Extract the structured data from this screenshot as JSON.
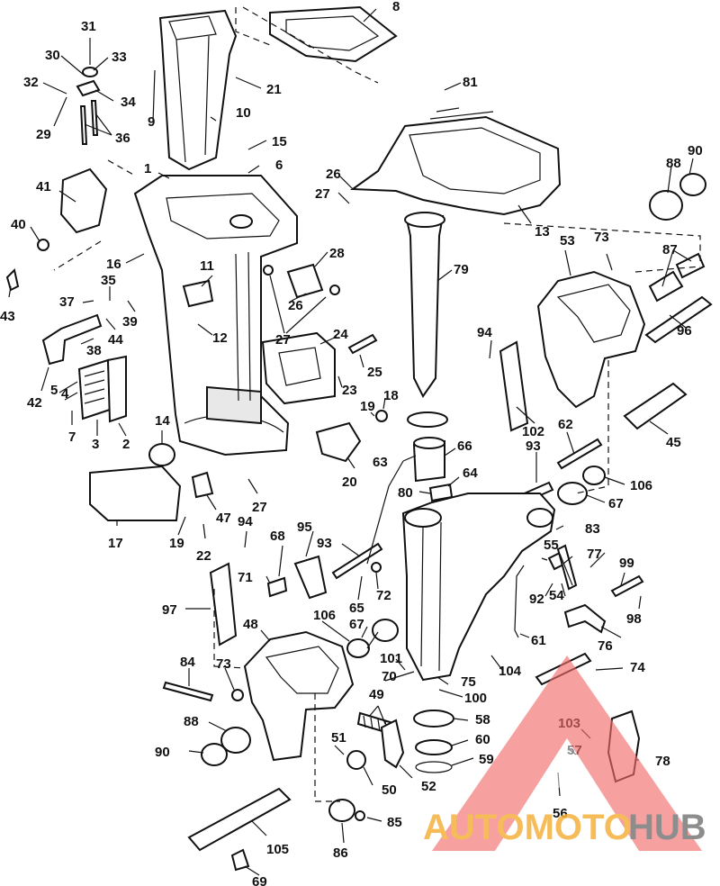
{
  "parts": [
    {
      "id": "p1",
      "label": "1"
    },
    {
      "id": "p2",
      "label": "2"
    },
    {
      "id": "p3",
      "label": "3"
    },
    {
      "id": "p4",
      "label": "4"
    },
    {
      "id": "p5",
      "label": "5"
    },
    {
      "id": "p6",
      "label": "6"
    },
    {
      "id": "p7",
      "label": "7"
    },
    {
      "id": "p8",
      "label": "8"
    },
    {
      "id": "p9",
      "label": "9"
    },
    {
      "id": "p10",
      "label": "10"
    },
    {
      "id": "p11",
      "label": "11"
    },
    {
      "id": "p12",
      "label": "12"
    },
    {
      "id": "p13",
      "label": "13"
    },
    {
      "id": "p14",
      "label": "14"
    },
    {
      "id": "p15",
      "label": "15"
    },
    {
      "id": "p16",
      "label": "16"
    },
    {
      "id": "p17",
      "label": "17"
    },
    {
      "id": "p18",
      "label": "18"
    },
    {
      "id": "p19a",
      "label": "19"
    },
    {
      "id": "p19b",
      "label": "19"
    },
    {
      "id": "p20",
      "label": "20"
    },
    {
      "id": "p21",
      "label": "21"
    },
    {
      "id": "p22",
      "label": "22"
    },
    {
      "id": "p23",
      "label": "23"
    },
    {
      "id": "p24",
      "label": "24"
    },
    {
      "id": "p25",
      "label": "25"
    },
    {
      "id": "p26a",
      "label": "26"
    },
    {
      "id": "p26b",
      "label": "26"
    },
    {
      "id": "p27a",
      "label": "27"
    },
    {
      "id": "p27b",
      "label": "27"
    },
    {
      "id": "p27c",
      "label": "27"
    },
    {
      "id": "p28",
      "label": "28"
    },
    {
      "id": "p29",
      "label": "29"
    },
    {
      "id": "p30",
      "label": "30"
    },
    {
      "id": "p31",
      "label": "31"
    },
    {
      "id": "p32",
      "label": "32"
    },
    {
      "id": "p33",
      "label": "33"
    },
    {
      "id": "p34",
      "label": "34"
    },
    {
      "id": "p35",
      "label": "35"
    },
    {
      "id": "p36",
      "label": "36"
    },
    {
      "id": "p37",
      "label": "37"
    },
    {
      "id": "p38",
      "label": "38"
    },
    {
      "id": "p39",
      "label": "39"
    },
    {
      "id": "p40",
      "label": "40"
    },
    {
      "id": "p41",
      "label": "41"
    },
    {
      "id": "p42",
      "label": "42"
    },
    {
      "id": "p43",
      "label": "43"
    },
    {
      "id": "p44",
      "label": "44"
    },
    {
      "id": "p45",
      "label": "45"
    },
    {
      "id": "p47",
      "label": "47"
    },
    {
      "id": "p48",
      "label": "48"
    },
    {
      "id": "p49",
      "label": "49"
    },
    {
      "id": "p50",
      "label": "50"
    },
    {
      "id": "p51",
      "label": "51"
    },
    {
      "id": "p52",
      "label": "52"
    },
    {
      "id": "p53",
      "label": "53"
    },
    {
      "id": "p54",
      "label": "54"
    },
    {
      "id": "p55",
      "label": "55"
    },
    {
      "id": "p56",
      "label": "56"
    },
    {
      "id": "p57",
      "label": "57"
    },
    {
      "id": "p58",
      "label": "58"
    },
    {
      "id": "p59",
      "label": "59"
    },
    {
      "id": "p60",
      "label": "60"
    },
    {
      "id": "p61",
      "label": "61"
    },
    {
      "id": "p62",
      "label": "62"
    },
    {
      "id": "p63",
      "label": "63"
    },
    {
      "id": "p64",
      "label": "64"
    },
    {
      "id": "p65",
      "label": "65"
    },
    {
      "id": "p66",
      "label": "66"
    },
    {
      "id": "p67a",
      "label": "67"
    },
    {
      "id": "p67b",
      "label": "67"
    },
    {
      "id": "p68",
      "label": "68"
    },
    {
      "id": "p69",
      "label": "69"
    },
    {
      "id": "p70",
      "label": "70"
    },
    {
      "id": "p71",
      "label": "71"
    },
    {
      "id": "p72",
      "label": "72"
    },
    {
      "id": "p73a",
      "label": "73"
    },
    {
      "id": "p73b",
      "label": "73"
    },
    {
      "id": "p74",
      "label": "74"
    },
    {
      "id": "p75",
      "label": "75"
    },
    {
      "id": "p76",
      "label": "76"
    },
    {
      "id": "p77",
      "label": "77"
    },
    {
      "id": "p78",
      "label": "78"
    },
    {
      "id": "p79",
      "label": "79"
    },
    {
      "id": "p80",
      "label": "80"
    },
    {
      "id": "p81",
      "label": "81"
    },
    {
      "id": "p83",
      "label": "83"
    },
    {
      "id": "p84",
      "label": "84"
    },
    {
      "id": "p85",
      "label": "85"
    },
    {
      "id": "p86",
      "label": "86"
    },
    {
      "id": "p87",
      "label": "87"
    },
    {
      "id": "p88a",
      "label": "88"
    },
    {
      "id": "p88b",
      "label": "88"
    },
    {
      "id": "p90a",
      "label": "90"
    },
    {
      "id": "p90b",
      "label": "90"
    },
    {
      "id": "p92",
      "label": "92"
    },
    {
      "id": "p93a",
      "label": "93"
    },
    {
      "id": "p93b",
      "label": "93"
    },
    {
      "id": "p94a",
      "label": "94"
    },
    {
      "id": "p94b",
      "label": "94"
    },
    {
      "id": "p95",
      "label": "95"
    },
    {
      "id": "p96",
      "label": "96"
    },
    {
      "id": "p97",
      "label": "97"
    },
    {
      "id": "p98",
      "label": "98"
    },
    {
      "id": "p99",
      "label": "99"
    },
    {
      "id": "p100",
      "label": "100"
    },
    {
      "id": "p101",
      "label": "101"
    },
    {
      "id": "p102",
      "label": "102"
    },
    {
      "id": "p103",
      "label": "103"
    },
    {
      "id": "p104",
      "label": "104"
    },
    {
      "id": "p105",
      "label": "105"
    },
    {
      "id": "p106a",
      "label": "106"
    },
    {
      "id": "p106b",
      "label": "106"
    }
  ],
  "watermark": {
    "text_part1": "AUTOMOTO",
    "text_part2": "HUB",
    "color_accent": "#f26b6b",
    "color_text1": "#f5b13d",
    "color_text2": "#7a7a7a"
  }
}
